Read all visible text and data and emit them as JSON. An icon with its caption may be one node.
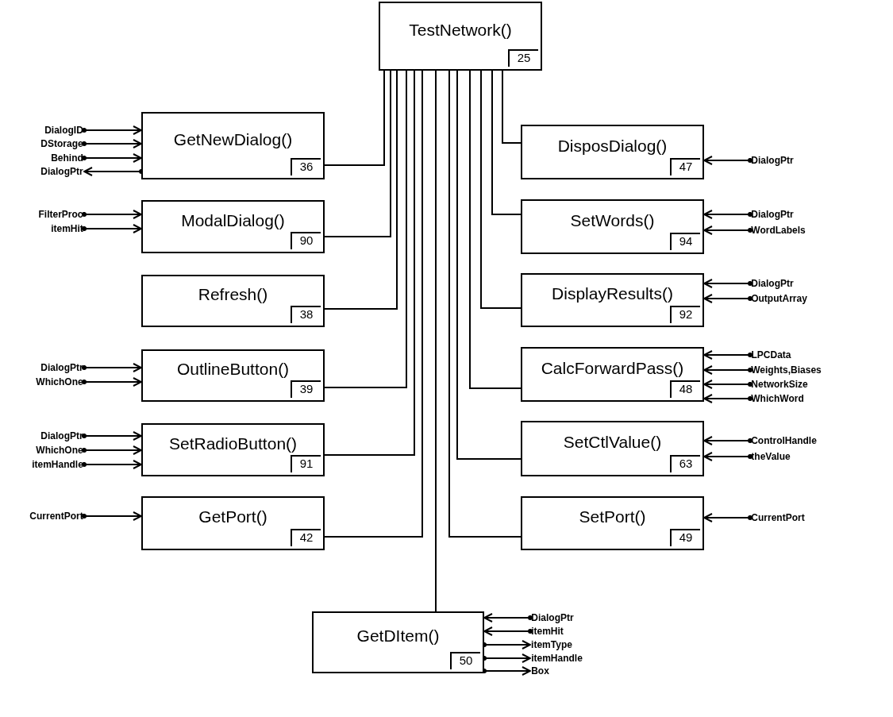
{
  "diagram": {
    "nodes": [
      {
        "text": [
          "TestNetwork()",
          "25"
        ]
      },
      {
        "text": [
          "GetNewDialog()",
          "36"
        ]
      },
      {
        "text": [
          "ModalDialog()",
          "90"
        ]
      },
      {
        "text": [
          "Refresh()",
          "38"
        ]
      },
      {
        "text": [
          "OutlineButton()",
          "39"
        ]
      },
      {
        "text": [
          "SetRadioButton()",
          "91"
        ]
      },
      {
        "text": [
          "GetPort()",
          "42"
        ]
      },
      {
        "text": [
          "DisposDialog()",
          "47"
        ]
      },
      {
        "text": [
          "SetWords()",
          "94"
        ]
      },
      {
        "text": [
          "DisplayResults()",
          "92"
        ]
      },
      {
        "text": [
          "CalcForwardPass()",
          "48"
        ]
      },
      {
        "text": [
          "SetCtlValue()",
          "63"
        ]
      },
      {
        "text": [
          "SetPort()",
          "49"
        ]
      },
      {
        "text": [
          "GetDItem()",
          "50"
        ]
      },
      {
        "text": [
          "DialogID"
        ]
      },
      {
        "text": [
          "DStorage"
        ]
      },
      {
        "text": [
          "Behind"
        ]
      },
      {
        "text": [
          "DialogPtr"
        ]
      },
      {
        "text": [
          "FilterProc"
        ]
      },
      {
        "text": [
          "itemHit"
        ]
      },
      {
        "text": [
          "DialogPtr"
        ]
      },
      {
        "text": [
          "WhichOne"
        ]
      },
      {
        "text": [
          "DialogPtr"
        ]
      },
      {
        "text": [
          "WhichOne"
        ]
      },
      {
        "text": [
          "itemHandle"
        ]
      },
      {
        "text": [
          "CurrentPort"
        ]
      },
      {
        "text": [
          "DialogPtr"
        ]
      },
      {
        "text": [
          "DialogPtr"
        ]
      },
      {
        "text": [
          "WordLabels"
        ]
      },
      {
        "text": [
          "DialogPtr"
        ]
      },
      {
        "text": [
          "OutputArray"
        ]
      },
      {
        "text": [
          "LPCData"
        ]
      },
      {
        "text": [
          "Weights,Biases"
        ]
      },
      {
        "text": [
          "NetworkSize"
        ]
      },
      {
        "text": [
          "WhichWord"
        ]
      },
      {
        "text": [
          "ControlHandle"
        ]
      },
      {
        "text": [
          "theValue"
        ]
      },
      {
        "text": [
          "CurrentPort"
        ]
      },
      {
        "text": [
          "DialogPtr"
        ]
      },
      {
        "text": [
          "itemHit"
        ]
      },
      {
        "text": [
          "itemType"
        ]
      },
      {
        "text": [
          "itemHandle"
        ]
      },
      {
        "text": [
          "Box"
        ]
      }
    ],
    "edges": [
      {
        "from": 0,
        "to": 1,
        "arrow": "none"
      },
      {
        "from": 0,
        "to": 2,
        "arrow": "none"
      },
      {
        "from": 0,
        "to": 3,
        "arrow": "none"
      },
      {
        "from": 0,
        "to": 4,
        "arrow": "none"
      },
      {
        "from": 0,
        "to": 5,
        "arrow": "none"
      },
      {
        "from": 0,
        "to": 6,
        "arrow": "none"
      },
      {
        "from": 0,
        "to": 7,
        "arrow": "none"
      },
      {
        "from": 0,
        "to": 8,
        "arrow": "none"
      },
      {
        "from": 0,
        "to": 9,
        "arrow": "none"
      },
      {
        "from": 0,
        "to": 10,
        "arrow": "none"
      },
      {
        "from": 0,
        "to": 11,
        "arrow": "none"
      },
      {
        "from": 0,
        "to": 12,
        "arrow": "none"
      },
      {
        "from": 0,
        "to": 13,
        "arrow": "none"
      },
      {
        "from": 14,
        "to": 1,
        "arrow": "to"
      },
      {
        "from": 15,
        "to": 1,
        "arrow": "to"
      },
      {
        "from": 16,
        "to": 1,
        "arrow": "to"
      },
      {
        "from": 1,
        "to": 17,
        "arrow": "to"
      },
      {
        "from": 18,
        "to": 2,
        "arrow": "to"
      },
      {
        "from": 19,
        "to": 2,
        "arrow": "to"
      },
      {
        "from": 20,
        "to": 4,
        "arrow": "to"
      },
      {
        "from": 21,
        "to": 4,
        "arrow": "to"
      },
      {
        "from": 22,
        "to": 5,
        "arrow": "to"
      },
      {
        "from": 23,
        "to": 5,
        "arrow": "to"
      },
      {
        "from": 24,
        "to": 5,
        "arrow": "to"
      },
      {
        "from": 25,
        "to": 6,
        "arrow": "to"
      },
      {
        "from": 26,
        "to": 7,
        "arrow": "to"
      },
      {
        "from": 27,
        "to": 8,
        "arrow": "to"
      },
      {
        "from": 28,
        "to": 8,
        "arrow": "to"
      },
      {
        "from": 29,
        "to": 9,
        "arrow": "to"
      },
      {
        "from": 30,
        "to": 9,
        "arrow": "to"
      },
      {
        "from": 31,
        "to": 10,
        "arrow": "to"
      },
      {
        "from": 32,
        "to": 10,
        "arrow": "to"
      },
      {
        "from": 33,
        "to": 10,
        "arrow": "to"
      },
      {
        "from": 34,
        "to": 10,
        "arrow": "to"
      },
      {
        "from": 35,
        "to": 11,
        "arrow": "to"
      },
      {
        "from": 36,
        "to": 11,
        "arrow": "to"
      },
      {
        "from": 37,
        "to": 12,
        "arrow": "to"
      },
      {
        "from": 38,
        "to": 13,
        "arrow": "to"
      },
      {
        "from": 39,
        "to": 13,
        "arrow": "to"
      },
      {
        "from": 13,
        "to": 40,
        "arrow": "to"
      },
      {
        "from": 13,
        "to": 41,
        "arrow": "to"
      },
      {
        "from": 13,
        "to": 42,
        "arrow": "to"
      }
    ]
  }
}
